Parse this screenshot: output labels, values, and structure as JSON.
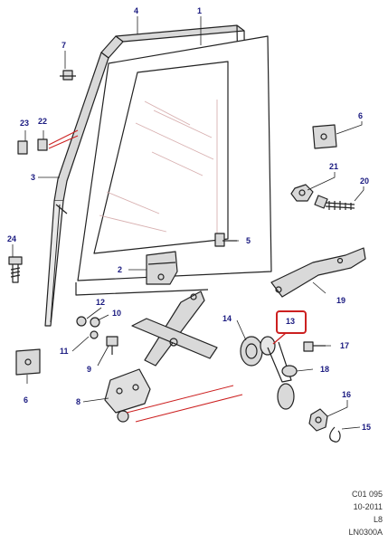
{
  "callouts": {
    "c1": "1",
    "c2": "2",
    "c3": "3",
    "c4": "4",
    "c5": "5",
    "c6a": "6",
    "c6b": "6",
    "c7": "7",
    "c8": "8",
    "c9": "9",
    "c10": "10",
    "c11": "11",
    "c12": "12",
    "c13": "13",
    "c14": "14",
    "c15": "15",
    "c16": "16",
    "c17": "17",
    "c18": "18",
    "c19": "19",
    "c20": "20",
    "c21": "21",
    "c22": "22",
    "c23": "23",
    "c24": "24"
  },
  "reference": {
    "line1": "C01 095",
    "line2": "10-2011",
    "line3": "L8",
    "line4": "LN0300A"
  },
  "colors": {
    "line": "#222222",
    "callout_text": "#1a1a80",
    "highlight": "#cc2020",
    "part_fill": "#d9d9d9",
    "glass_stripe": "#e6b8b8"
  }
}
